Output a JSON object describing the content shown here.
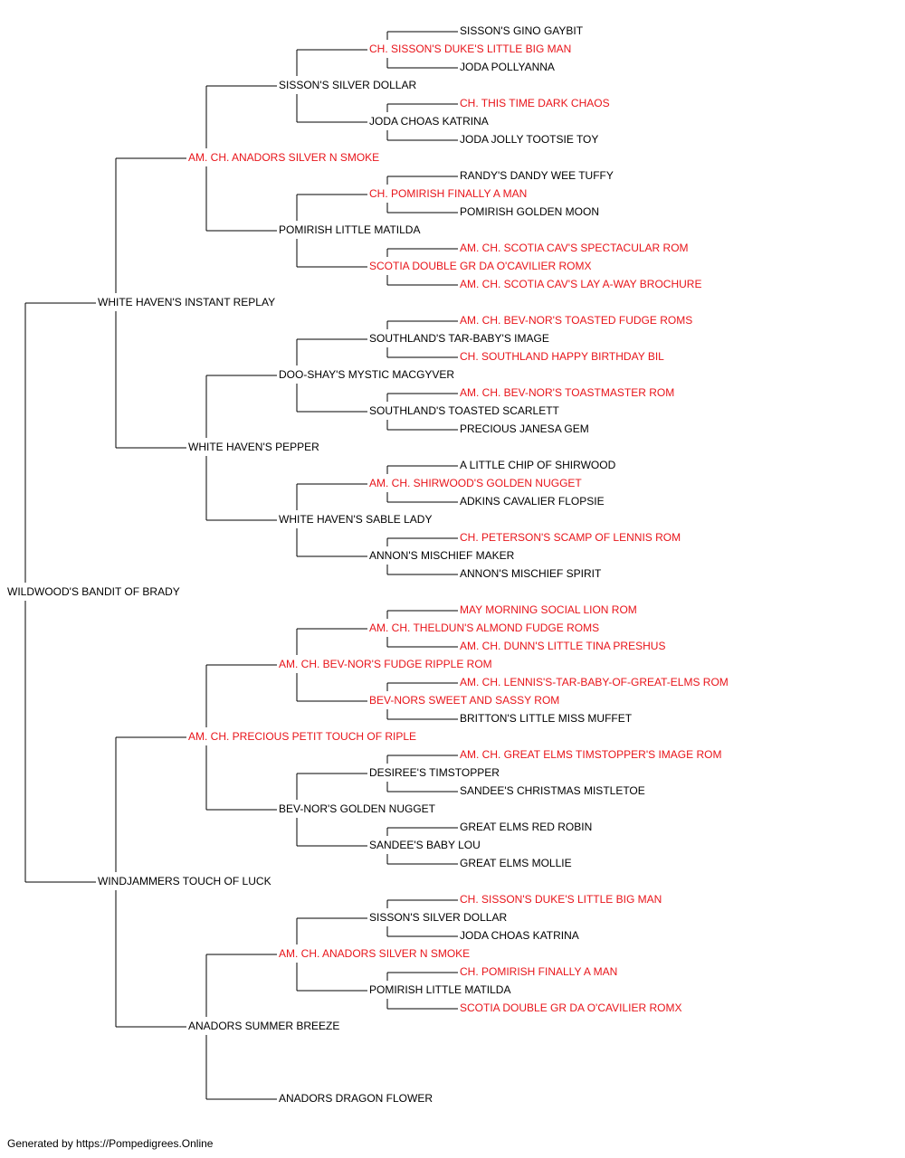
{
  "colors": {
    "champion": "#e8141a",
    "normal": "#000000",
    "line": "#000000"
  },
  "pedigree": {
    "name": "WILDWOOD'S BANDIT OF BRADY",
    "champion": false,
    "sire": {
      "name": "WHITE HAVEN'S INSTANT REPLAY",
      "champion": false,
      "sire": {
        "name": "AM. CH. ANADORS SILVER N SMOKE",
        "champion": true,
        "sire": {
          "name": "SISSON'S SILVER DOLLAR",
          "champion": false,
          "sire": {
            "name": "CH. SISSON'S DUKE'S LITTLE BIG MAN",
            "champion": true,
            "sire": {
              "name": "SISSON'S GINO GAYBIT",
              "champion": false
            },
            "dam": {
              "name": "JODA POLLYANNA",
              "champion": false
            }
          },
          "dam": {
            "name": "JODA CHOAS KATRINA",
            "champion": false,
            "sire": {
              "name": "CH. THIS TIME DARK CHAOS",
              "champion": true
            },
            "dam": {
              "name": "JODA JOLLY TOOTSIE TOY",
              "champion": false
            }
          }
        },
        "dam": {
          "name": "POMIRISH LITTLE MATILDA",
          "champion": false,
          "sire": {
            "name": "CH. POMIRISH FINALLY A MAN",
            "champion": true,
            "sire": {
              "name": "RANDY'S DANDY WEE TUFFY",
              "champion": false
            },
            "dam": {
              "name": "POMIRISH GOLDEN MOON",
              "champion": false
            }
          },
          "dam": {
            "name": "SCOTIA DOUBLE GR DA O'CAVILIER ROMX",
            "champion": true,
            "sire": {
              "name": "AM. CH. SCOTIA CAV'S SPECTACULAR ROM",
              "champion": true
            },
            "dam": {
              "name": "AM. CH. SCOTIA CAV'S LAY A-WAY BROCHURE",
              "champion": true
            }
          }
        }
      },
      "dam": {
        "name": "WHITE HAVEN'S PEPPER",
        "champion": false,
        "sire": {
          "name": "DOO-SHAY'S MYSTIC MACGYVER",
          "champion": false,
          "sire": {
            "name": "SOUTHLAND'S TAR-BABY'S IMAGE",
            "champion": false,
            "sire": {
              "name": "AM. CH. BEV-NOR'S TOASTED FUDGE ROMS",
              "champion": true
            },
            "dam": {
              "name": "CH. SOUTHLAND HAPPY BIRTHDAY BIL",
              "champion": true
            }
          },
          "dam": {
            "name": "SOUTHLAND'S TOASTED SCARLETT",
            "champion": false,
            "sire": {
              "name": "AM. CH. BEV-NOR'S TOASTMASTER ROM",
              "champion": true
            },
            "dam": {
              "name": "PRECIOUS JANESA GEM",
              "champion": false
            }
          }
        },
        "dam": {
          "name": "WHITE HAVEN'S SABLE LADY",
          "champion": false,
          "sire": {
            "name": "AM. CH. SHIRWOOD'S GOLDEN NUGGET",
            "champion": true,
            "sire": {
              "name": "A LITTLE CHIP OF SHIRWOOD",
              "champion": false
            },
            "dam": {
              "name": "ADKINS CAVALIER FLOPSIE",
              "champion": false
            }
          },
          "dam": {
            "name": "ANNON'S MISCHIEF MAKER",
            "champion": false,
            "sire": {
              "name": "CH. PETERSON'S SCAMP OF LENNIS ROM",
              "champion": true
            },
            "dam": {
              "name": "ANNON'S MISCHIEF SPIRIT",
              "champion": false
            }
          }
        }
      }
    },
    "dam": {
      "name": "WINDJAMMERS TOUCH OF LUCK",
      "champion": false,
      "sire": {
        "name": "AM. CH. PRECIOUS PETIT TOUCH OF RIPLE",
        "champion": true,
        "sire": {
          "name": "AM. CH. BEV-NOR'S FUDGE RIPPLE ROM",
          "champion": true,
          "sire": {
            "name": "AM. CH. THELDUN'S ALMOND FUDGE ROMS",
            "champion": true,
            "sire": {
              "name": "MAY MORNING SOCIAL LION ROM",
              "champion": true
            },
            "dam": {
              "name": "AM. CH. DUNN'S LITTLE TINA PRESHUS",
              "champion": true
            }
          },
          "dam": {
            "name": "BEV-NORS SWEET AND SASSY ROM",
            "champion": true,
            "sire": {
              "name": "AM. CH. LENNIS'S-TAR-BABY-OF-GREAT-ELMS ROM",
              "champion": true
            },
            "dam": {
              "name": "BRITTON'S LITTLE MISS MUFFET",
              "champion": false
            }
          }
        },
        "dam": {
          "name": "BEV-NOR'S GOLDEN NUGGET",
          "champion": false,
          "sire": {
            "name": "DESIREE'S TIMSTOPPER",
            "champion": false,
            "sire": {
              "name": "AM. CH. GREAT ELMS TIMSTOPPER'S IMAGE ROM",
              "champion": true
            },
            "dam": {
              "name": "SANDEE'S CHRISTMAS MISTLETOE",
              "champion": false
            }
          },
          "dam": {
            "name": "SANDEE'S BABY LOU",
            "champion": false,
            "sire": {
              "name": "GREAT ELMS RED ROBIN",
              "champion": false
            },
            "dam": {
              "name": "GREAT ELMS MOLLIE",
              "champion": false
            }
          }
        }
      },
      "dam": {
        "name": "ANADORS SUMMER BREEZE",
        "champion": false,
        "sire": {
          "name": "AM. CH. ANADORS SILVER N SMOKE",
          "champion": true,
          "sire": {
            "name": "SISSON'S SILVER DOLLAR",
            "champion": false,
            "sire": {
              "name": "CH. SISSON'S DUKE'S LITTLE BIG MAN",
              "champion": true
            },
            "dam": {
              "name": "JODA CHOAS KATRINA",
              "champion": false
            }
          },
          "dam": {
            "name": "POMIRISH LITTLE MATILDA",
            "champion": false,
            "sire": {
              "name": "CH. POMIRISH FINALLY A MAN",
              "champion": true
            },
            "dam": {
              "name": "SCOTIA DOUBLE GR DA O'CAVILIER ROMX",
              "champion": true
            }
          }
        },
        "dam": {
          "name": "ANADORS DRAGON FLOWER",
          "champion": false
        }
      }
    }
  },
  "footer": {
    "text": "Generated by https://Pompedigrees.Online"
  }
}
